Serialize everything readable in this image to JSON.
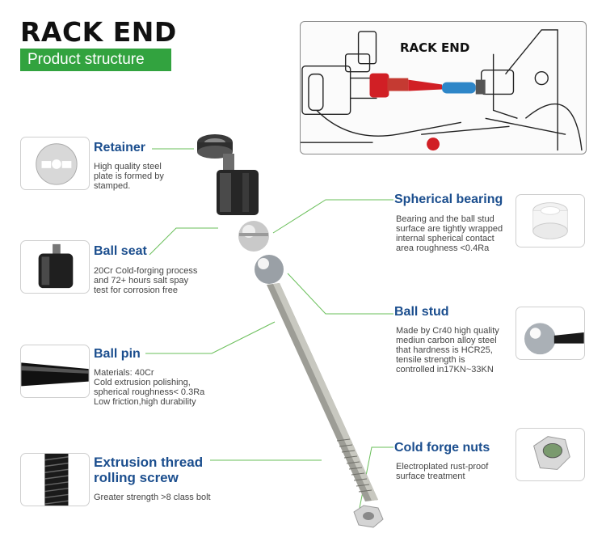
{
  "header": {
    "title": "RACK END",
    "subtitle": "Product structure"
  },
  "inset": {
    "label": "RACK END"
  },
  "parts": {
    "retainer": {
      "name": "Retainer",
      "desc": [
        "High quality steel",
        "plate is formed by",
        "stamped."
      ]
    },
    "ball_seat": {
      "name": "Ball seat",
      "desc": [
        "20Cr Cold-forging process",
        "and 72+ hours salt spay",
        "test for corrosion free"
      ]
    },
    "ball_pin": {
      "name": "Ball pin",
      "desc": [
        "Materials: 40Cr",
        "Cold extrusion polishing,",
        "spherical roughness< 0.3Ra",
        "Low friction,high durability"
      ]
    },
    "extrusion": {
      "name_line1": "Extrusion thread",
      "name_line2": "rolling screw",
      "desc": [
        "Greater strength >8 class bolt"
      ]
    },
    "spherical_bearing": {
      "name": "Spherical bearing",
      "desc": [
        "Bearing and the ball stud",
        "surface are tightly wrapped",
        "internal spherical contact",
        "area roughness <0.4Ra"
      ]
    },
    "ball_stud": {
      "name": "Ball stud",
      "desc": [
        "Made by Cr40 high quality",
        "mediun carbon alloy steel",
        "that hardness is HCR25,",
        "tensile strength is",
        "controlled in17KN~33KN"
      ]
    },
    "cold_forge_nuts": {
      "name": "Cold forge nuts",
      "desc": [
        "Electroplated rust-proof",
        "surface treatment"
      ]
    }
  },
  "colors": {
    "accent_green": "#32a33f",
    "label_blue": "#1b4e8e",
    "leader_green": "#6abf5a"
  }
}
